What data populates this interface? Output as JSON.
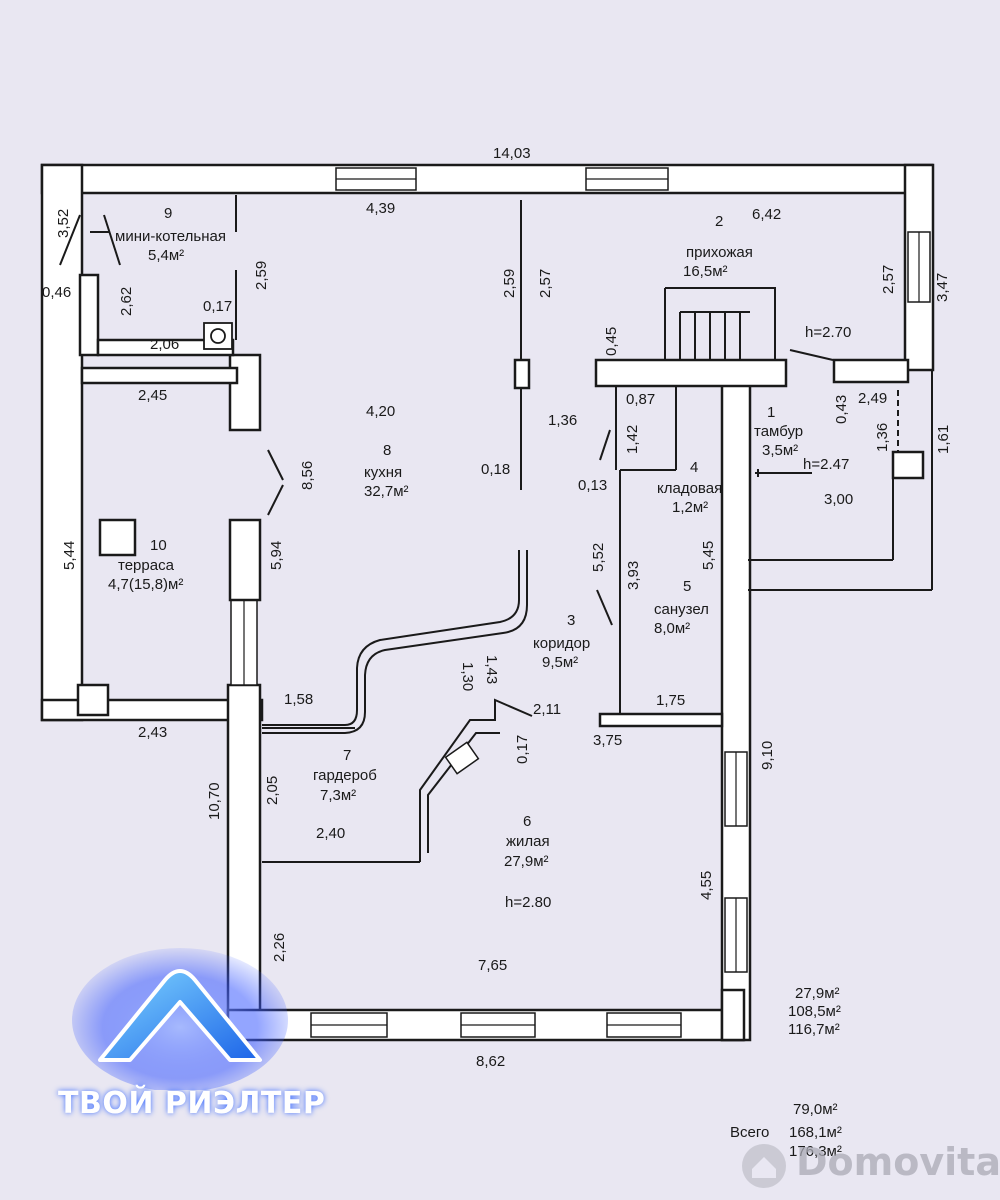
{
  "rooms": [
    {
      "num": "1",
      "name": "тамбур",
      "area": "3,5м²"
    },
    {
      "num": "2",
      "name": "прихожая",
      "area": "16,5м²"
    },
    {
      "num": "3",
      "name": "коридор",
      "area": "9,5м²"
    },
    {
      "num": "4",
      "name": "кладовая",
      "area": "1,2м²"
    },
    {
      "num": "5",
      "name": "санузел",
      "area": "8,0м²"
    },
    {
      "num": "6",
      "name": "жилая",
      "area": "27,9м²"
    },
    {
      "num": "7",
      "name": "гардероб",
      "area": "7,3м²"
    },
    {
      "num": "8",
      "name": "кухня",
      "area": "32,7м²"
    },
    {
      "num": "9",
      "name": "мини-котельная",
      "area": "5,4м²"
    },
    {
      "num": "10",
      "name": "терраса",
      "area": "4,7(15,8)м²"
    }
  ],
  "heights": {
    "entry": "h=2.70",
    "vestibule": "h=2.47",
    "living": "h=2.80"
  },
  "dims": [
    "14,03",
    "4,39",
    "6,42",
    "3,52",
    "0,46",
    "2,62",
    "0,17",
    "2,59",
    "2,06",
    "2,45",
    "2,59",
    "2,57",
    "4,20",
    "1,36",
    "0,18",
    "8,56",
    "5,94",
    "5,44",
    "1,58",
    "2,43",
    "0,45",
    "0,87",
    "1,42",
    "0,13",
    "5,52",
    "3,93",
    "5,45",
    "1,30",
    "1,43",
    "2,11",
    "0,17",
    "3,75",
    "1,75",
    "9,10",
    "2,57",
    "3,47",
    "0,43",
    "2,49",
    "1,36",
    "1,61",
    "3,00",
    "10,70",
    "2,05",
    "2,40",
    "2,26",
    "4,55",
    "7,65",
    "8,62"
  ],
  "totals": {
    "group1": [
      "27,9м²",
      "108,5м²",
      "116,7м²"
    ],
    "label": "Всего",
    "group2": [
      "79,0м²",
      "168,1м²",
      "176,3м²"
    ]
  },
  "brand": {
    "name": "ТВОЙ РИЭЛТЕР"
  },
  "watermark": {
    "text": "Domovita"
  }
}
